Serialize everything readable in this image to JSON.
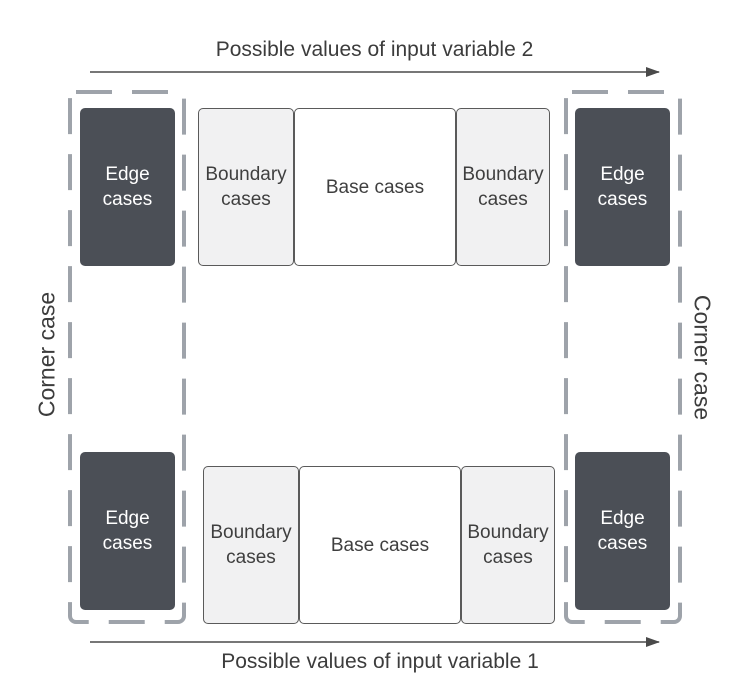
{
  "axis": {
    "top_label": "Possible values of input variable 2",
    "bottom_label": "Possible values of input variable 1"
  },
  "corner": {
    "left_label": "Corner case",
    "right_label": "Corner case"
  },
  "top_row": {
    "edge_left": "Edge cases",
    "boundary_left": "Boundary cases",
    "base": "Base cases",
    "boundary_right": "Boundary cases",
    "edge_right": "Edge cases"
  },
  "bottom_row": {
    "edge_left": "Edge cases",
    "boundary_left": "Boundary cases",
    "base": "Base cases",
    "boundary_right": "Boundary cases",
    "edge_right": "Edge cases"
  },
  "colors": {
    "edge_fill": "#4b4f56",
    "boundary_fill": "#f1f1f2",
    "dash_stroke": "#9ea3aa",
    "arrow": "#4a4a4a"
  }
}
